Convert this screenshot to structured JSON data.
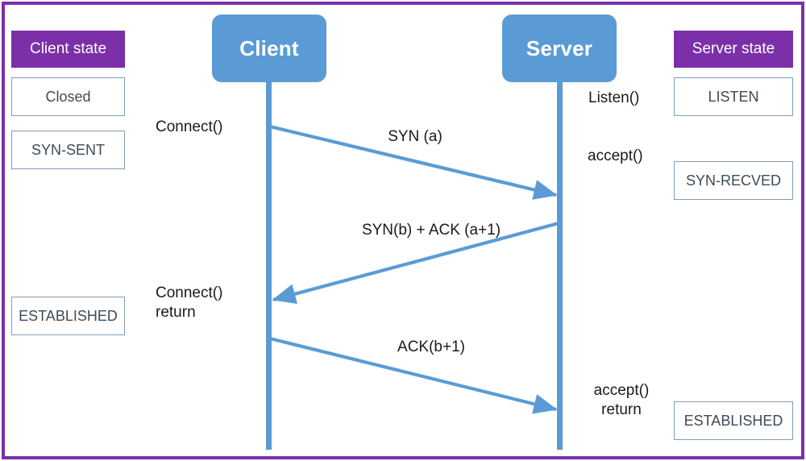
{
  "diagram": {
    "title": "TCP three-way handshake sequence diagram",
    "frame_color": "#7B2FA8",
    "lifeline_color": "#5B9BD5",
    "arrow_color": "#5B9BD5",
    "participant_fill": "#5B9BD5",
    "state_header_fill": "#7B2FA8",
    "state_box_border": "#7F9DB9"
  },
  "participants": [
    {
      "id": "client",
      "label": "Client"
    },
    {
      "id": "server",
      "label": "Server"
    }
  ],
  "state_columns": {
    "client": {
      "header": "Client state",
      "states": [
        {
          "label": "Closed"
        },
        {
          "label": "SYN-SENT"
        },
        {
          "label": "ESTABLISHED"
        }
      ]
    },
    "server": {
      "header": "Server state",
      "states": [
        {
          "label": "LISTEN"
        },
        {
          "label": "SYN-RECVED"
        },
        {
          "label": "ESTABLISHED"
        }
      ]
    }
  },
  "api_calls": {
    "server_listen": "Listen()",
    "client_connect": "Connect()",
    "server_accept": "accept()",
    "client_connect_return": "Connect()\nreturn",
    "server_accept_return": "accept()\nreturn"
  },
  "messages": [
    {
      "id": "syn",
      "label": "SYN (a)",
      "from": "client",
      "to": "server"
    },
    {
      "id": "syn_ack",
      "label": "SYN(b) + ACK (a+1)",
      "from": "server",
      "to": "client"
    },
    {
      "id": "ack",
      "label": "ACK(b+1)",
      "from": "client",
      "to": "server"
    }
  ]
}
